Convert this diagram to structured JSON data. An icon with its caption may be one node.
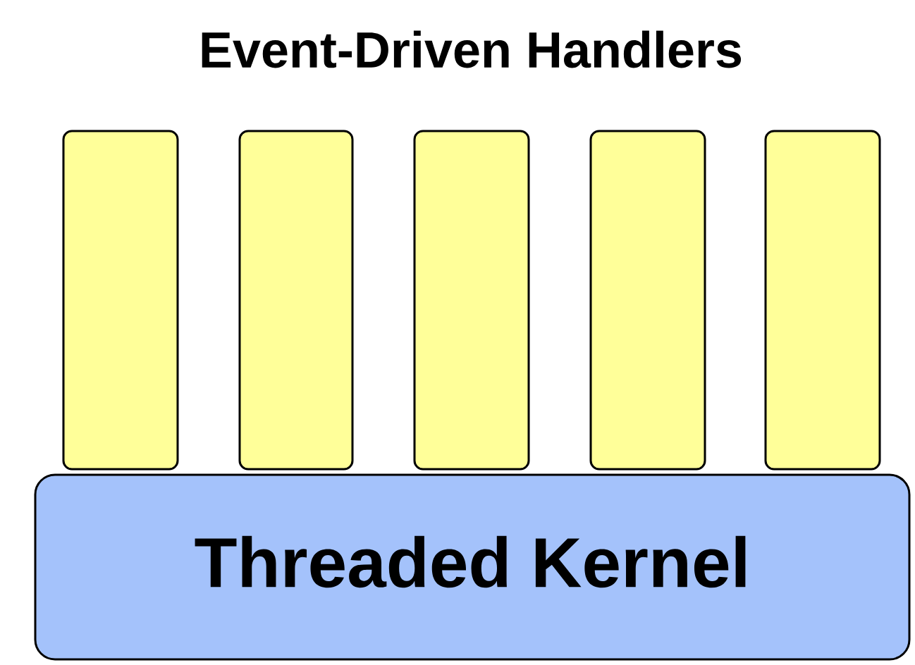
{
  "diagram": {
    "title": "Event-Driven Handlers",
    "nodes": [
      {
        "text": [],
        "shape": "bar"
      },
      {
        "text": [],
        "shape": "bar"
      },
      {
        "text": [],
        "shape": "bar"
      },
      {
        "text": [],
        "shape": "bar"
      },
      {
        "text": [],
        "shape": "bar"
      },
      {
        "text": [
          "Threaded Kernel"
        ]
      }
    ]
  }
}
